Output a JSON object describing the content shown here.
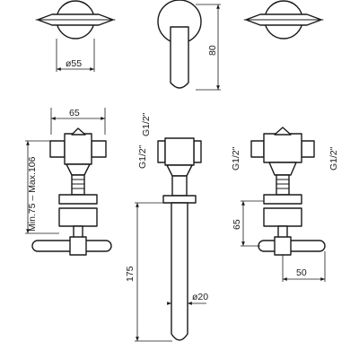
{
  "dimensions": {
    "d55": "ø55",
    "h80": "80",
    "w65": "65",
    "range_min_max": "Min.75 – Max.106",
    "thread_left_1": "G1/2\"",
    "thread_mid_1": "G1/2\"",
    "thread_right_1": "G1/2\"",
    "thread_right_2": "G1/2\"",
    "d20": "ø20",
    "len175": "175",
    "h65": "65",
    "w50": "50"
  }
}
